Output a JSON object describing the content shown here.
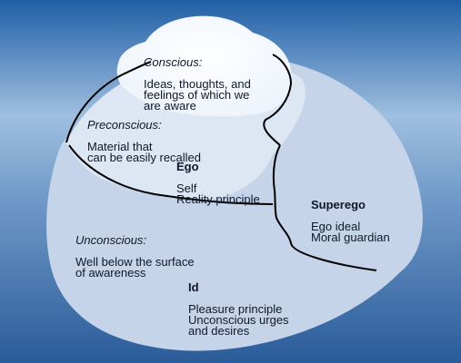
{
  "diagram": {
    "conscious": {
      "heading": "Conscious:",
      "body": "Ideas, thoughts, and\nfeelings of which we\nare aware"
    },
    "preconscious": {
      "heading": "Preconscious:",
      "body": "Material that\ncan be easily recalled"
    },
    "ego": {
      "heading": "Ego",
      "body": "Self\nReality principle"
    },
    "superego": {
      "heading": "Superego",
      "body": "Ego ideal\nMoral guardian"
    },
    "unconscious": {
      "heading": "Unconscious:",
      "body": "Well below the surface\nof awareness"
    },
    "id": {
      "heading": "Id",
      "body": "Pleasure principle\nUnconscious urges\nand desires"
    }
  },
  "colors": {
    "sky_top": "#1f5fa6",
    "sky_bottom": "#cfe0f0",
    "water_top": "#7fa6cf",
    "water_bottom": "#2a5c99",
    "iceberg_submerged": "#c9d6ea",
    "iceberg_tip": "#f7fafd",
    "outline": "#000000"
  }
}
